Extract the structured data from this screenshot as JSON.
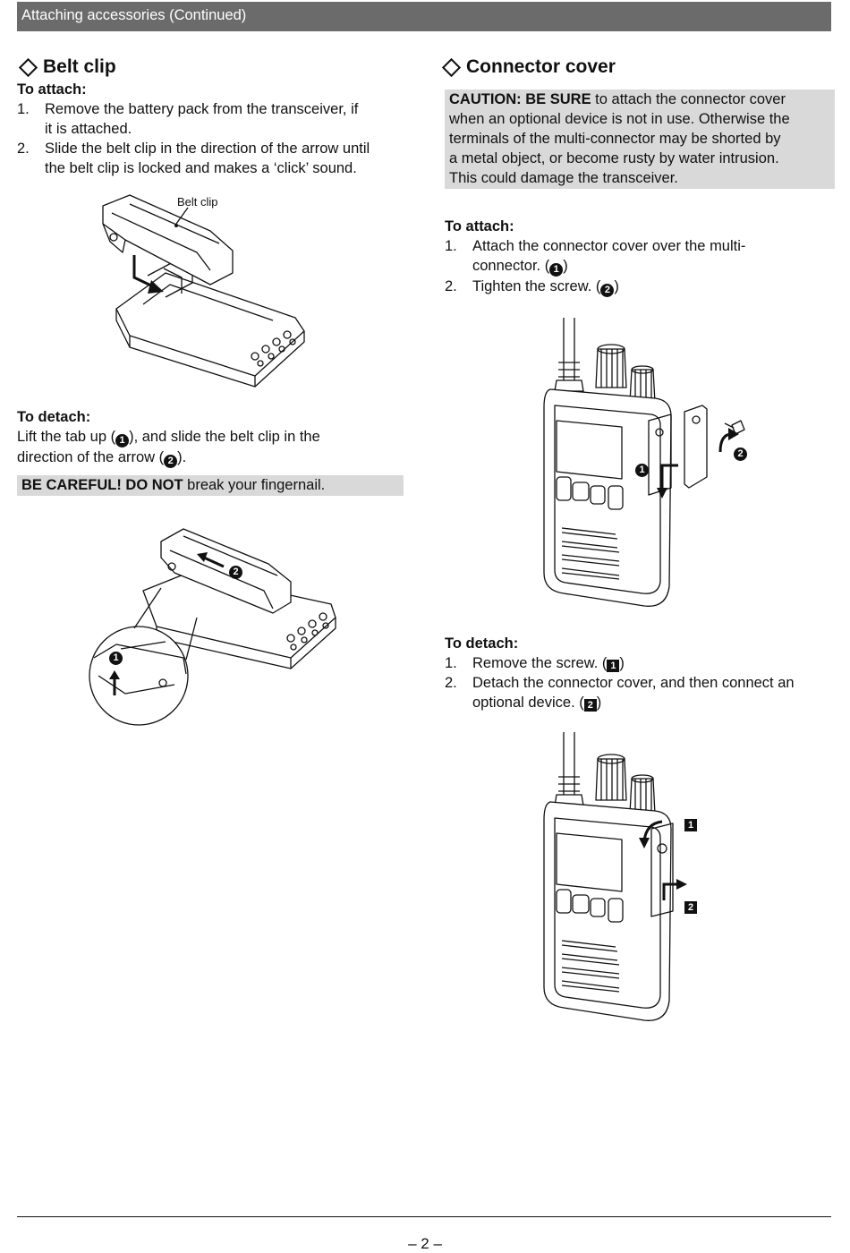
{
  "header": {
    "title": "Attaching accessories (Continued)"
  },
  "belt_clip": {
    "title": "Belt clip",
    "attach_heading": "To attach:",
    "attach_steps": [
      {
        "n": "1.",
        "line1": "Remove the battery pack from the transceiver, if",
        "line2": "it is attached."
      },
      {
        "n": "2.",
        "line1": "Slide the belt clip in the direction of the arrow until",
        "line2": "the belt clip is locked and makes a ‘click’ sound."
      }
    ],
    "illustration_label": "Belt clip",
    "detach_heading": "To detach:",
    "detach_line1_a": "Lift the tab up (",
    "detach_line1_b": "), and slide the belt clip in the",
    "detach_line2_a": "direction of the arrow (",
    "detach_line2_b": ").",
    "careful_bold": "BE CAREFUL! DO NOT",
    "careful_rest": " break your fingernail.",
    "callout_1": "1",
    "callout_2": "2"
  },
  "connector_cover": {
    "title": "Connector cover",
    "caution": {
      "bold": "CAUTION: BE SURE",
      "line1_rest": " to attach the connector cover",
      "line2": "when an optional device is not in use. Otherwise the",
      "line3": "terminals of the multi-connector may be shorted by",
      "line4": "a metal object, or become rusty by water intrusion.",
      "line5": "This could damage the transceiver."
    },
    "attach_heading": "To attach:",
    "attach_steps": [
      {
        "n": "1.",
        "line1": "Attach the connector cover over the multi-",
        "line2_a": "connector. (",
        "line2_b": ")",
        "marker": "1"
      },
      {
        "n": "2.",
        "line1_a": "Tighten the screw. (",
        "line1_b": ")",
        "marker": "2"
      }
    ],
    "detach_heading": "To detach:",
    "detach_steps": [
      {
        "n": "1.",
        "text_a": "Remove the screw. (",
        "text_b": ")",
        "marker": "1"
      },
      {
        "n": "2.",
        "line1": "Detach the connector cover, and then connect an",
        "line2_a": "optional device. (",
        "line2_b": ")",
        "marker": "2"
      }
    ]
  },
  "footer": {
    "page_number": "– 2 –"
  }
}
